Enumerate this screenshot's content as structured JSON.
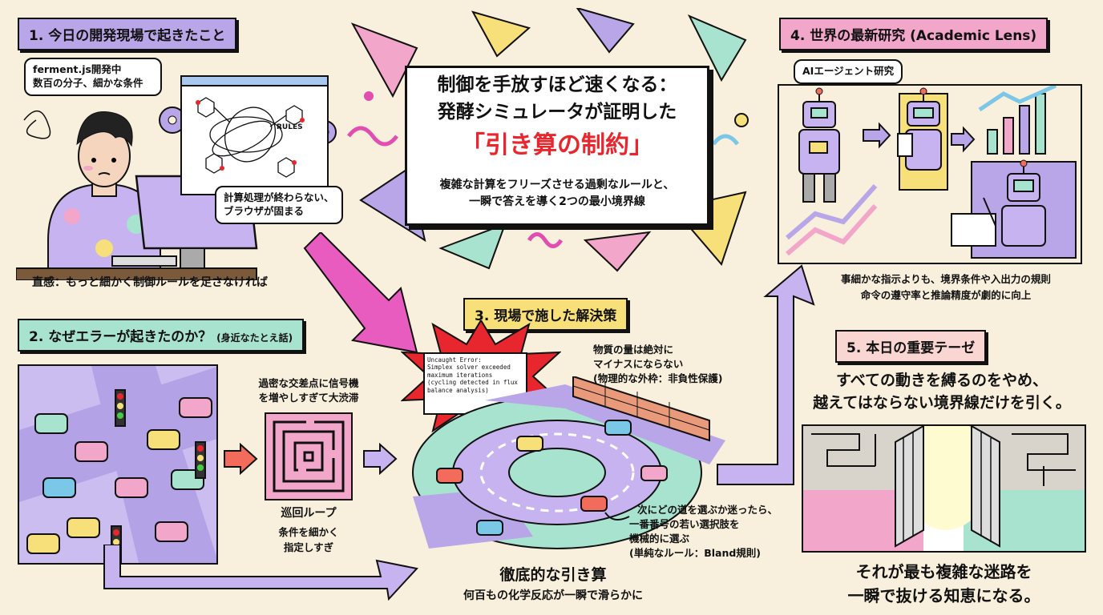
{
  "title": {
    "line1": "制御を手放すほど速くなる：",
    "line2": "発酵シミュレータが証明した",
    "line3": "「引き算の制約」",
    "sub1": "複雑な計算をフリーズさせる過剰なルールと、",
    "sub2": "一瞬で答えを導く2つの最小境界線"
  },
  "s1": {
    "tag": "1. 今日の開発現場で起きたこと",
    "bubble1": "ferment.js開発中",
    "bubble2": "数百の分子、細かな条件",
    "rules": "RULES",
    "bubble3a": "計算処理が終わらない、",
    "bubble3b": "ブラウザが固まる",
    "intuition": "直感：もっと細かく制御ルールを足さなければ"
  },
  "s2": {
    "tag": "2. なぜエラーが起きたのか？",
    "tag_small": "(身近なたとえ話)",
    "traffic1": "過密な交差点に信号機",
    "traffic2": "を増やしすぎて大渋滞",
    "loop_title": "巡回ループ",
    "loop1": "条件を細かく",
    "loop2": "指定しすぎ"
  },
  "s3": {
    "tag": "3. 現場で施した解決策",
    "err1": "Uncaught Error:",
    "err2": "Simplex solver exceeded",
    "err3": "maximum iterations",
    "err4": "(cycling detected in flux",
    "err5": "balance analysis)",
    "wall1": "物質の量は絶対に",
    "wall2": "マイナスにならない",
    "wall3": "(物理的な外枠：非負性保護)",
    "bland1": "次にどの道を選ぶか迷ったら、",
    "bland2": "一番番号の若い選択肢を",
    "bland3": "機械的に選ぶ",
    "bland4": "(単純なルール：Bland規則)",
    "bottom1": "徹底的な引き算",
    "bottom2": "何百もの化学反応が一瞬で滑らかに"
  },
  "s4": {
    "tag": "4. 世界の最新研究 (Academic Lens)",
    "bubble": "AIエージェント研究",
    "cap1": "事細かな指示よりも、境界条件や入出力の規則",
    "cap2": "命令の遵守率と推論精度が劇的に向上"
  },
  "s5": {
    "tag": "5. 本日の重要テーゼ",
    "thesis1": "すべての動きを縛るのをやめ、",
    "thesis2": "越えてはならない境界線だけを引く。",
    "final1": "それが最も複雑な迷路を",
    "final2": "一瞬で抜ける知恵になる。"
  },
  "colors": {
    "purple": "#b9a6e8",
    "pink": "#f2a6c9",
    "mint": "#a8e3cf",
    "yellow": "#f7e07a",
    "salmon": "#f6b3a6",
    "lavender": "#d8ccf3",
    "red": "#e8262d"
  }
}
